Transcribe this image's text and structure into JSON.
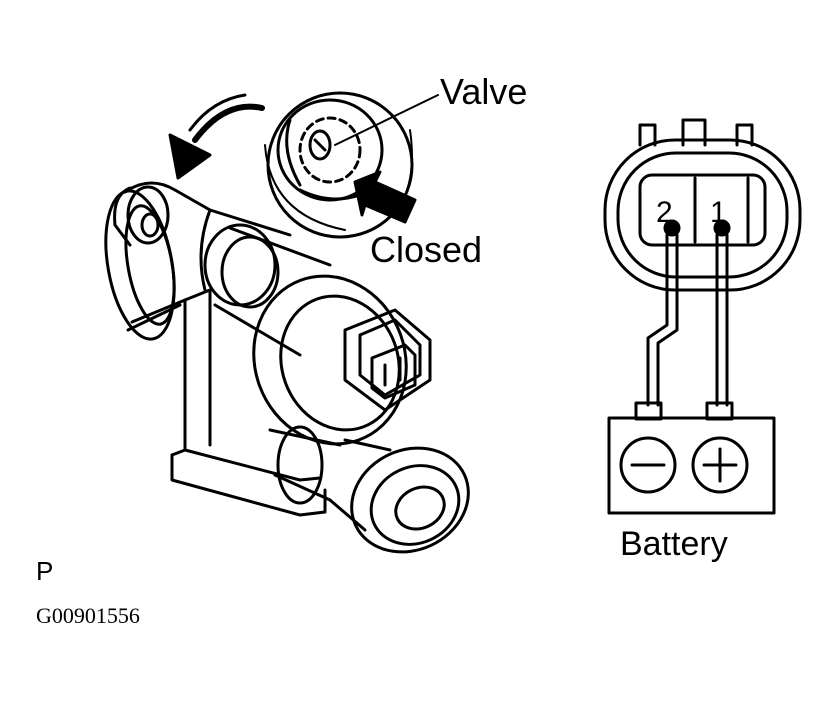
{
  "labels": {
    "valve": "Valve",
    "closed": "Closed",
    "battery": "Battery",
    "corner_letter": "P",
    "figure_code": "G00901556"
  },
  "connector": {
    "pins": [
      {
        "label": "2"
      },
      {
        "label": "1"
      }
    ]
  },
  "battery": {
    "negative_symbol": "minus-icon",
    "positive_symbol": "plus-icon"
  },
  "colors": {
    "line": "#000000",
    "background": "#ffffff"
  }
}
